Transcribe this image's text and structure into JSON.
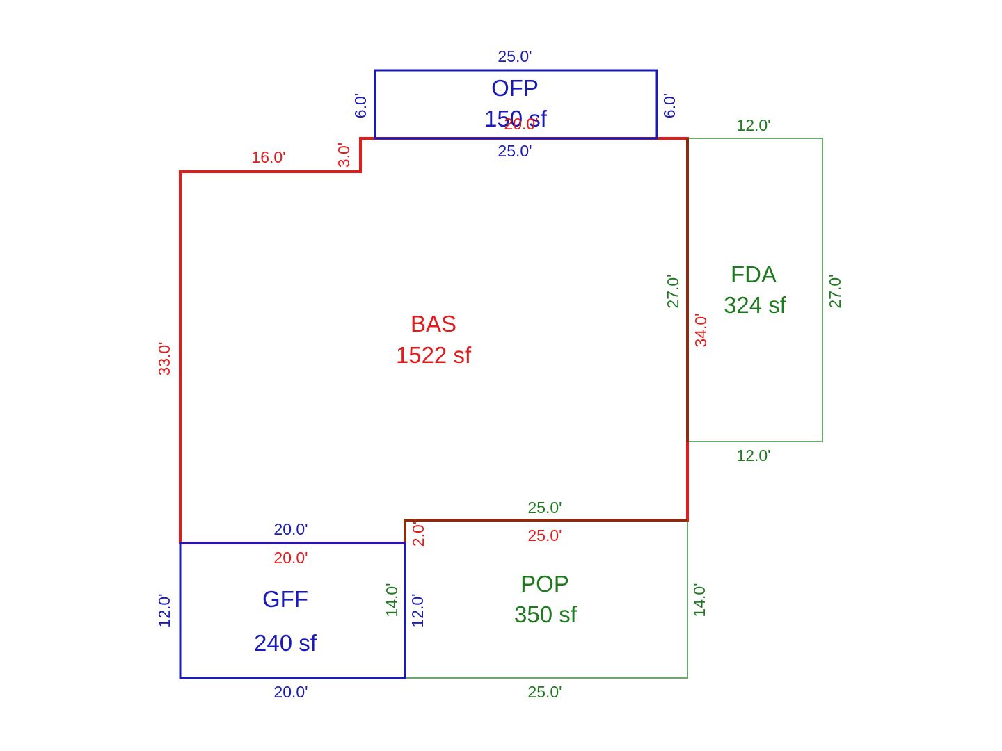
{
  "colors": {
    "bas": "#e31b1b",
    "ofp": "#1a1ab8",
    "gff": "#1a1ab8",
    "fda": "#1f7a1f",
    "fda_line": "#6aaa6a",
    "pop": "#1f7a1f",
    "pop_line": "#6aaa6a",
    "shared_brown": "#8b2b12",
    "background": "#ffffff"
  },
  "areas": {
    "bas": {
      "code": "BAS",
      "area": "1522 sf"
    },
    "ofp": {
      "code": "OFP",
      "area": "150 sf"
    },
    "fda": {
      "code": "FDA",
      "area": "324 sf"
    },
    "pop": {
      "code": "POP",
      "area": "350 sf"
    },
    "gff": {
      "code": "GFF",
      "area": "240 sf"
    }
  },
  "dimensions": {
    "ofp_top": "25.0'",
    "ofp_left": "6.0'",
    "ofp_right": "6.0'",
    "ofp_bottom": "25.0'",
    "bas_top_mid": "20.0'",
    "bas_top_left": "16.0'",
    "bas_step": "3.0'",
    "bas_left": "33.0'",
    "bas_right": "34.0'",
    "bas_bottom": "25.0'",
    "bas_gff_top": "20.0'",
    "bas_notch": "2.0'",
    "fda_top": "12.0'",
    "fda_left": "27.0'",
    "fda_right": "27.0'",
    "fda_bottom": "12.0'",
    "pop_top": "25.0'",
    "pop_left": "12.0'",
    "pop_right": "14.0'",
    "pop_bottom": "25.0'",
    "gff_top": "20.0'",
    "gff_left": "12.0'",
    "gff_right": "14.0'",
    "gff_bottom": "20.0'"
  }
}
